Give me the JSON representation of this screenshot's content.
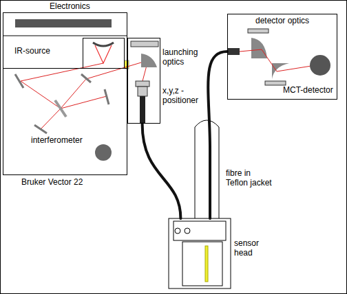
{
  "diagram": {
    "nodes": [
      {
        "text": [
          "Electronics",
          "Bruker Vector 22"
        ]
      },
      {
        "text": [
          "IR-source"
        ],
        "in": 0
      },
      {
        "text": [
          "interferometer"
        ],
        "in": 0
      },
      {
        "text": [
          "launching optics",
          "x,y,z - positioner"
        ]
      },
      {
        "text": [
          "detector optics",
          "MCT-detector"
        ]
      },
      {
        "text": [
          "sensor head"
        ]
      }
    ],
    "edges": [
      {
        "from": 3,
        "to": 5,
        "arrow": "none"
      },
      {
        "from": 5,
        "to": 4,
        "arrow": "none"
      }
    ],
    "labels": [
      "fibre in Teflon jacket"
    ]
  }
}
